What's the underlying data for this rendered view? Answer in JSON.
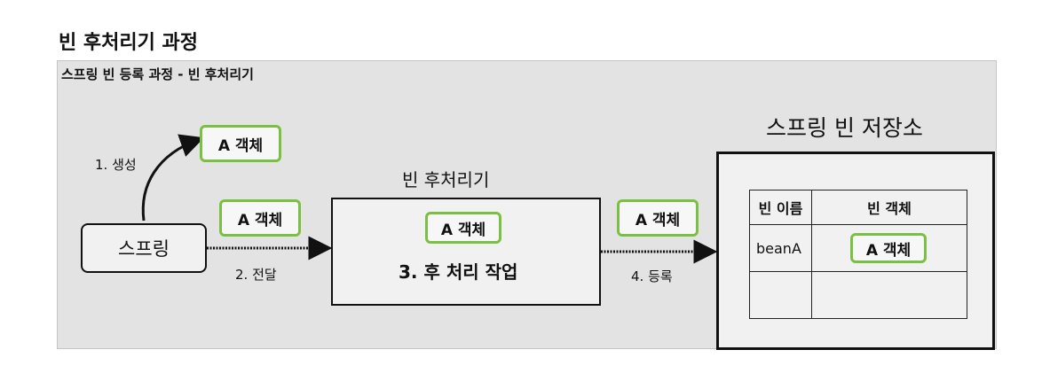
{
  "page_title": "빈 후처리기 과정",
  "panel": {
    "title": "스프링 빈 등록 과정 - 빈 후처리기"
  },
  "spring_box": {
    "label": "스프링"
  },
  "create": {
    "step": "1. 생성",
    "object": "A 객체"
  },
  "deliver": {
    "step": "2. 전달",
    "object": "A 객체"
  },
  "processor": {
    "title": "빈 후처리기",
    "object": "A 객체",
    "work": "3. 후 처리 작업"
  },
  "register": {
    "step": "4. 등록",
    "object": "A 객체"
  },
  "container": {
    "title": "스프링 빈 저장소",
    "table": {
      "headers": [
        "빈 이름",
        "빈 객체"
      ],
      "rows": [
        {
          "name": "beanA",
          "object": "A 객체"
        },
        {
          "name": "",
          "object": ""
        }
      ]
    }
  },
  "colors": {
    "object_border": "#7ac143",
    "panel_bg": "#e3e3e3",
    "stroke": "#111111"
  }
}
